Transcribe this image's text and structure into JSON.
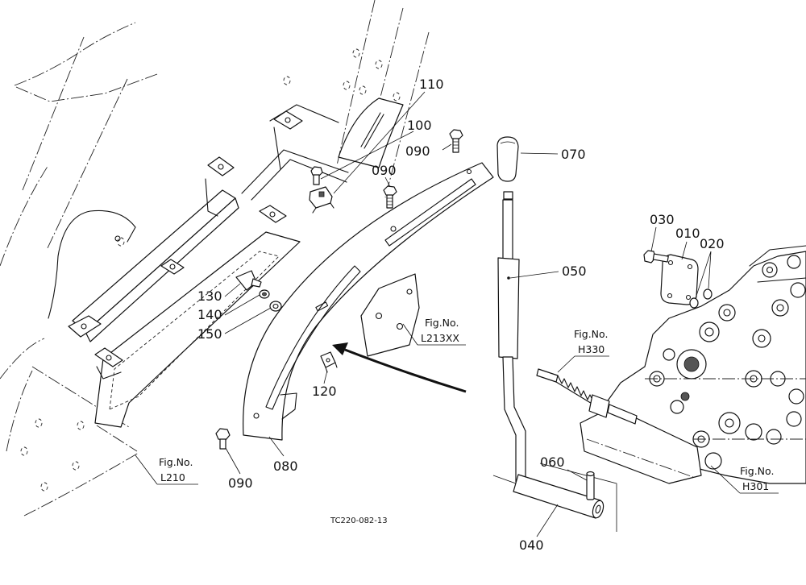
{
  "part_labels": [
    {
      "number": "110"
    },
    {
      "number": "100"
    },
    {
      "number": "090"
    },
    {
      "number": "090"
    },
    {
      "number": "070"
    },
    {
      "number": "050"
    },
    {
      "number": "030"
    },
    {
      "number": "010"
    },
    {
      "number": "020"
    },
    {
      "number": "130"
    },
    {
      "number": "140"
    },
    {
      "number": "150"
    },
    {
      "number": "120"
    },
    {
      "number": "080"
    },
    {
      "number": "090"
    },
    {
      "number": "060"
    },
    {
      "number": "040"
    }
  ],
  "figure_refs": [
    {
      "caption": "Fig.No.",
      "ref": "L213XX"
    },
    {
      "caption": "Fig.No.",
      "ref": "H330"
    },
    {
      "caption": "Fig.No.",
      "ref": "L210"
    },
    {
      "caption": "Fig.No.",
      "ref": "H301"
    }
  ],
  "drawing_code": "TC220-082-13"
}
